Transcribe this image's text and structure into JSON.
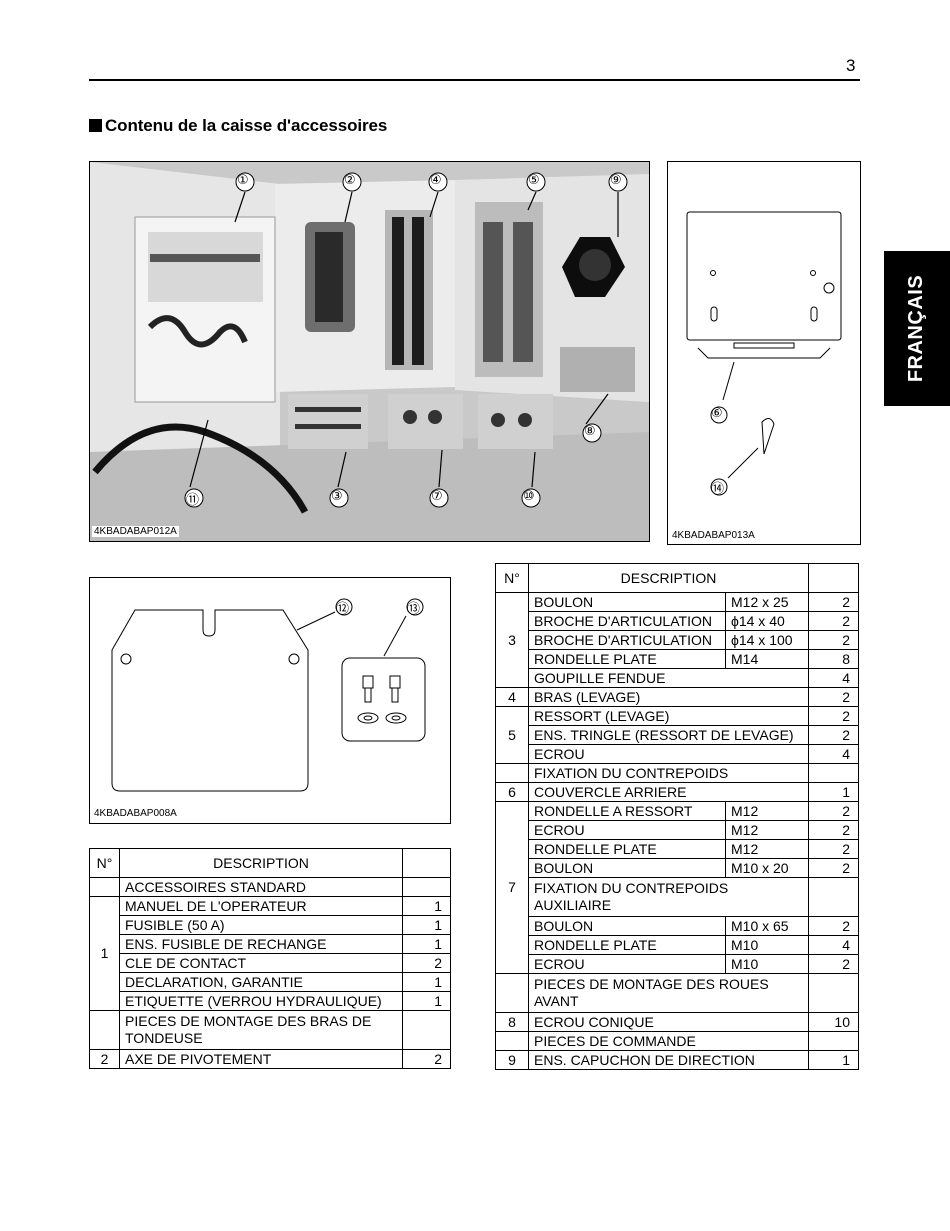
{
  "page": {
    "number": "3",
    "section_title": "Contenu de la caisse d'accessoires",
    "language_tab": "FRANÇAIS"
  },
  "figures": {
    "photo": {
      "code": "4KBADABAP012A",
      "callouts": [
        "①",
        "②",
        "④",
        "⑤",
        "⑨",
        "⑧",
        "⑪",
        "③",
        "⑦",
        "⑩"
      ]
    },
    "cover": {
      "code": "4KBADABAP013A",
      "callouts": [
        "⑥",
        "⑭"
      ]
    },
    "plate": {
      "code": "4KBADABAP008A",
      "callouts": [
        "⑫",
        "⑬"
      ]
    }
  },
  "table_left": {
    "headers": [
      "N°",
      "DESCRIPTION",
      ""
    ],
    "rows": [
      {
        "no": "",
        "desc": "ACCESSOIRES STANDARD",
        "qty": ""
      },
      {
        "no": "1",
        "desc": "MANUEL DE L'OPERATEUR",
        "qty": "1"
      },
      {
        "no": "",
        "desc": "FUSIBLE (50 A)",
        "qty": "1"
      },
      {
        "no": "",
        "desc": "ENS. FUSIBLE DE RECHANGE",
        "qty": "1"
      },
      {
        "no": "",
        "desc": "CLE DE CONTACT",
        "qty": "2"
      },
      {
        "no": "",
        "desc": "DECLARATION, GARANTIE",
        "qty": "1"
      },
      {
        "no": "",
        "desc": "ETIQUETTE (VERROU HYDRAULIQUE)",
        "qty": "1"
      },
      {
        "no": "",
        "desc": "PIECES DE MONTAGE DES BRAS DE TONDEUSE",
        "qty": ""
      },
      {
        "no": "2",
        "desc": "AXE DE PIVOTEMENT",
        "qty": "2"
      }
    ]
  },
  "table_right": {
    "headers": [
      "N°",
      "DESCRIPTION",
      ""
    ],
    "rows": [
      {
        "no": "3",
        "desc": "BOULON",
        "size": "M12 x 25",
        "qty": "2"
      },
      {
        "no": "",
        "desc": "BROCHE D'ARTICULATION",
        "size": "ϕ14 x 40",
        "qty": "2"
      },
      {
        "no": "",
        "desc": "BROCHE D'ARTICULATION",
        "size": "ϕ14 x 100",
        "qty": "2"
      },
      {
        "no": "",
        "desc": "RONDELLE PLATE",
        "size": "M14",
        "qty": "8"
      },
      {
        "no": "",
        "desc": "GOUPILLE FENDUE",
        "size": "",
        "qty": "4"
      },
      {
        "no": "4",
        "desc": "BRAS (LEVAGE)",
        "size": "",
        "qty": "2"
      },
      {
        "no": "5",
        "desc": "RESSORT (LEVAGE)",
        "size": "",
        "qty": "2"
      },
      {
        "no": "",
        "desc": "ENS. TRINGLE (RESSORT DE LEVAGE)",
        "size": "",
        "qty": "2"
      },
      {
        "no": "",
        "desc": "ECROU",
        "size": "",
        "qty": "4"
      },
      {
        "no": "",
        "desc": "FIXATION DU CONTREPOIDS",
        "size": "",
        "qty": ""
      },
      {
        "no": "6",
        "desc": "COUVERCLE ARRIERE",
        "size": "",
        "qty": "1"
      },
      {
        "no": "7",
        "desc": "RONDELLE A RESSORT",
        "size": "M12",
        "qty": "2"
      },
      {
        "no": "",
        "desc": "ECROU",
        "size": "M12",
        "qty": "2"
      },
      {
        "no": "",
        "desc": "RONDELLE PLATE",
        "size": "M12",
        "qty": "2"
      },
      {
        "no": "",
        "desc": "BOULON",
        "size": "M10 x 20",
        "qty": "2"
      },
      {
        "no": "",
        "desc": "FIXATION DU CONTREPOIDS AUXILIAIRE",
        "size": "",
        "qty": ""
      },
      {
        "no": "",
        "desc": "BOULON",
        "size": "M10 x 65",
        "qty": "2"
      },
      {
        "no": "",
        "desc": "RONDELLE PLATE",
        "size": "M10",
        "qty": "4"
      },
      {
        "no": "",
        "desc": "ECROU",
        "size": "M10",
        "qty": "2"
      },
      {
        "no": "",
        "desc": "PIECES DE MONTAGE DES ROUES AVANT",
        "size": "",
        "qty": ""
      },
      {
        "no": "8",
        "desc": "ECROU CONIQUE",
        "size": "",
        "qty": "10"
      },
      {
        "no": "",
        "desc": "PIECES DE COMMANDE",
        "size": "",
        "qty": ""
      },
      {
        "no": "9",
        "desc": "ENS. CAPUCHON DE DIRECTION",
        "size": "",
        "qty": "1"
      }
    ]
  }
}
